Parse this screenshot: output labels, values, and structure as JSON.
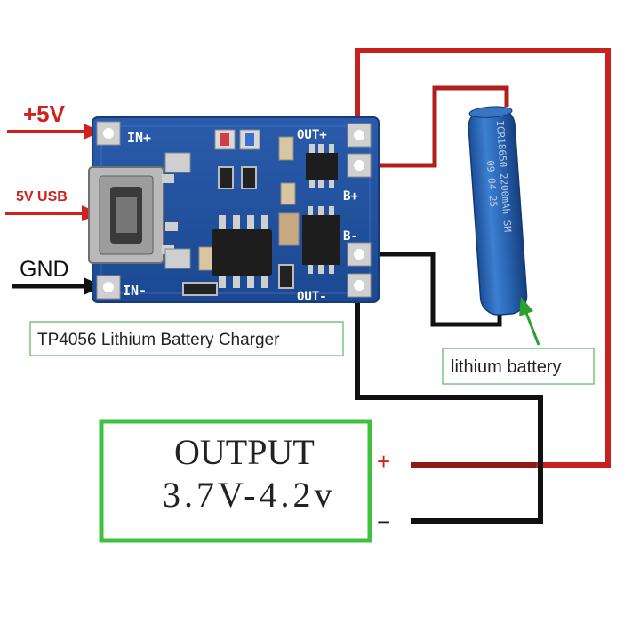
{
  "inputs": {
    "plus5v": "+5V",
    "usb5v": "5V USB",
    "gnd": "GND"
  },
  "board": {
    "pin_in_plus": "IN+",
    "pin_in_minus": "IN-",
    "pin_out_plus": "OUT+",
    "pin_b_plus": "B+",
    "pin_b_minus": "B-",
    "pin_out_minus": "OUT-",
    "caption": "TP4056 Lithium Battery Charger"
  },
  "battery": {
    "print_line1": "ICR18650 2200mAh SM",
    "print_line2": "09 04 25",
    "caption": "lithium battery"
  },
  "output": {
    "title": "OUTPUT",
    "range": "3.7V-4.2v",
    "plus": "+",
    "minus": "−"
  },
  "colors": {
    "wire_positive": "#c8201e",
    "wire_negative": "#111111",
    "pcb": "#1f4f9e",
    "caption_border": "#6cbf6c",
    "output_border": "#3cc23c",
    "battery": "#2a66b6"
  }
}
